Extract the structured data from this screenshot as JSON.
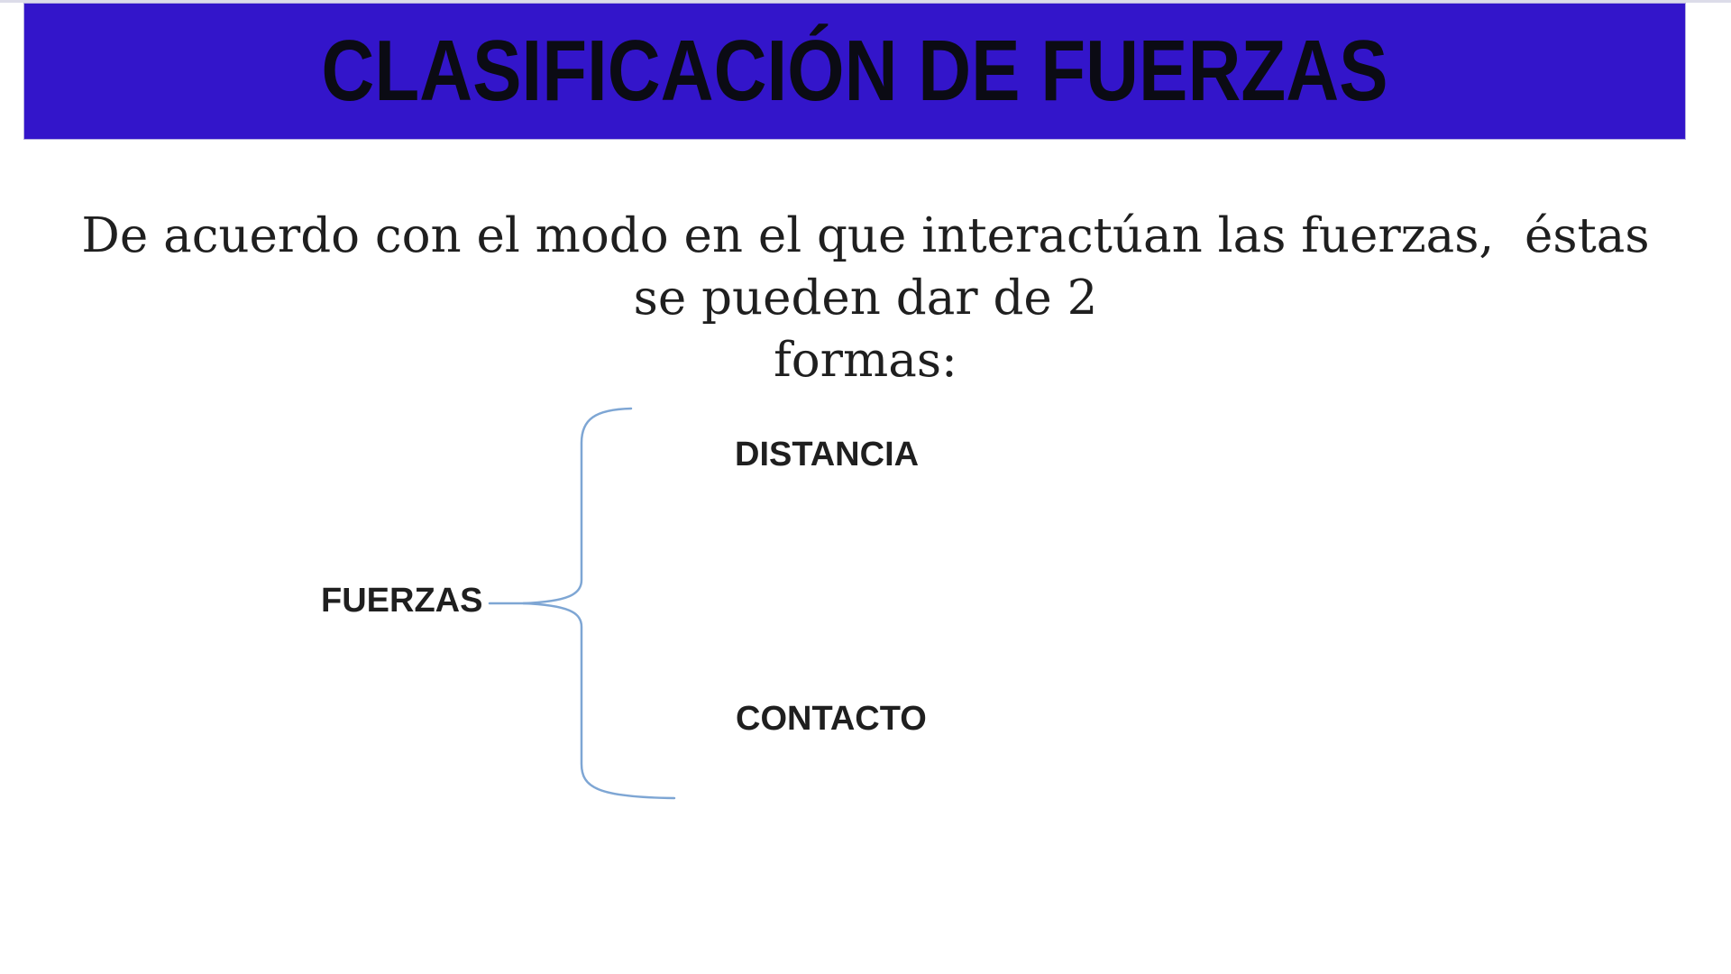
{
  "slide": {
    "title": "CLASIFICACIÓN DE FUERZAS",
    "intro": {
      "line1": "De acuerdo con el modo en el que interactúan las fuerzas,  éstas se pueden dar de 2",
      "line2": "formas:"
    },
    "diagram": {
      "root_label": "FUERZAS",
      "branches": [
        "DISTANCIA",
        "CONTACTO"
      ]
    },
    "colors": {
      "banner_bg": "#3315ca",
      "banner_border": "#b4aee0",
      "title_text": "#0b0b14",
      "body_text": "#1f1f1f",
      "brace_stroke": "#7ea6d4",
      "top_strip": "#dcdce9"
    }
  }
}
